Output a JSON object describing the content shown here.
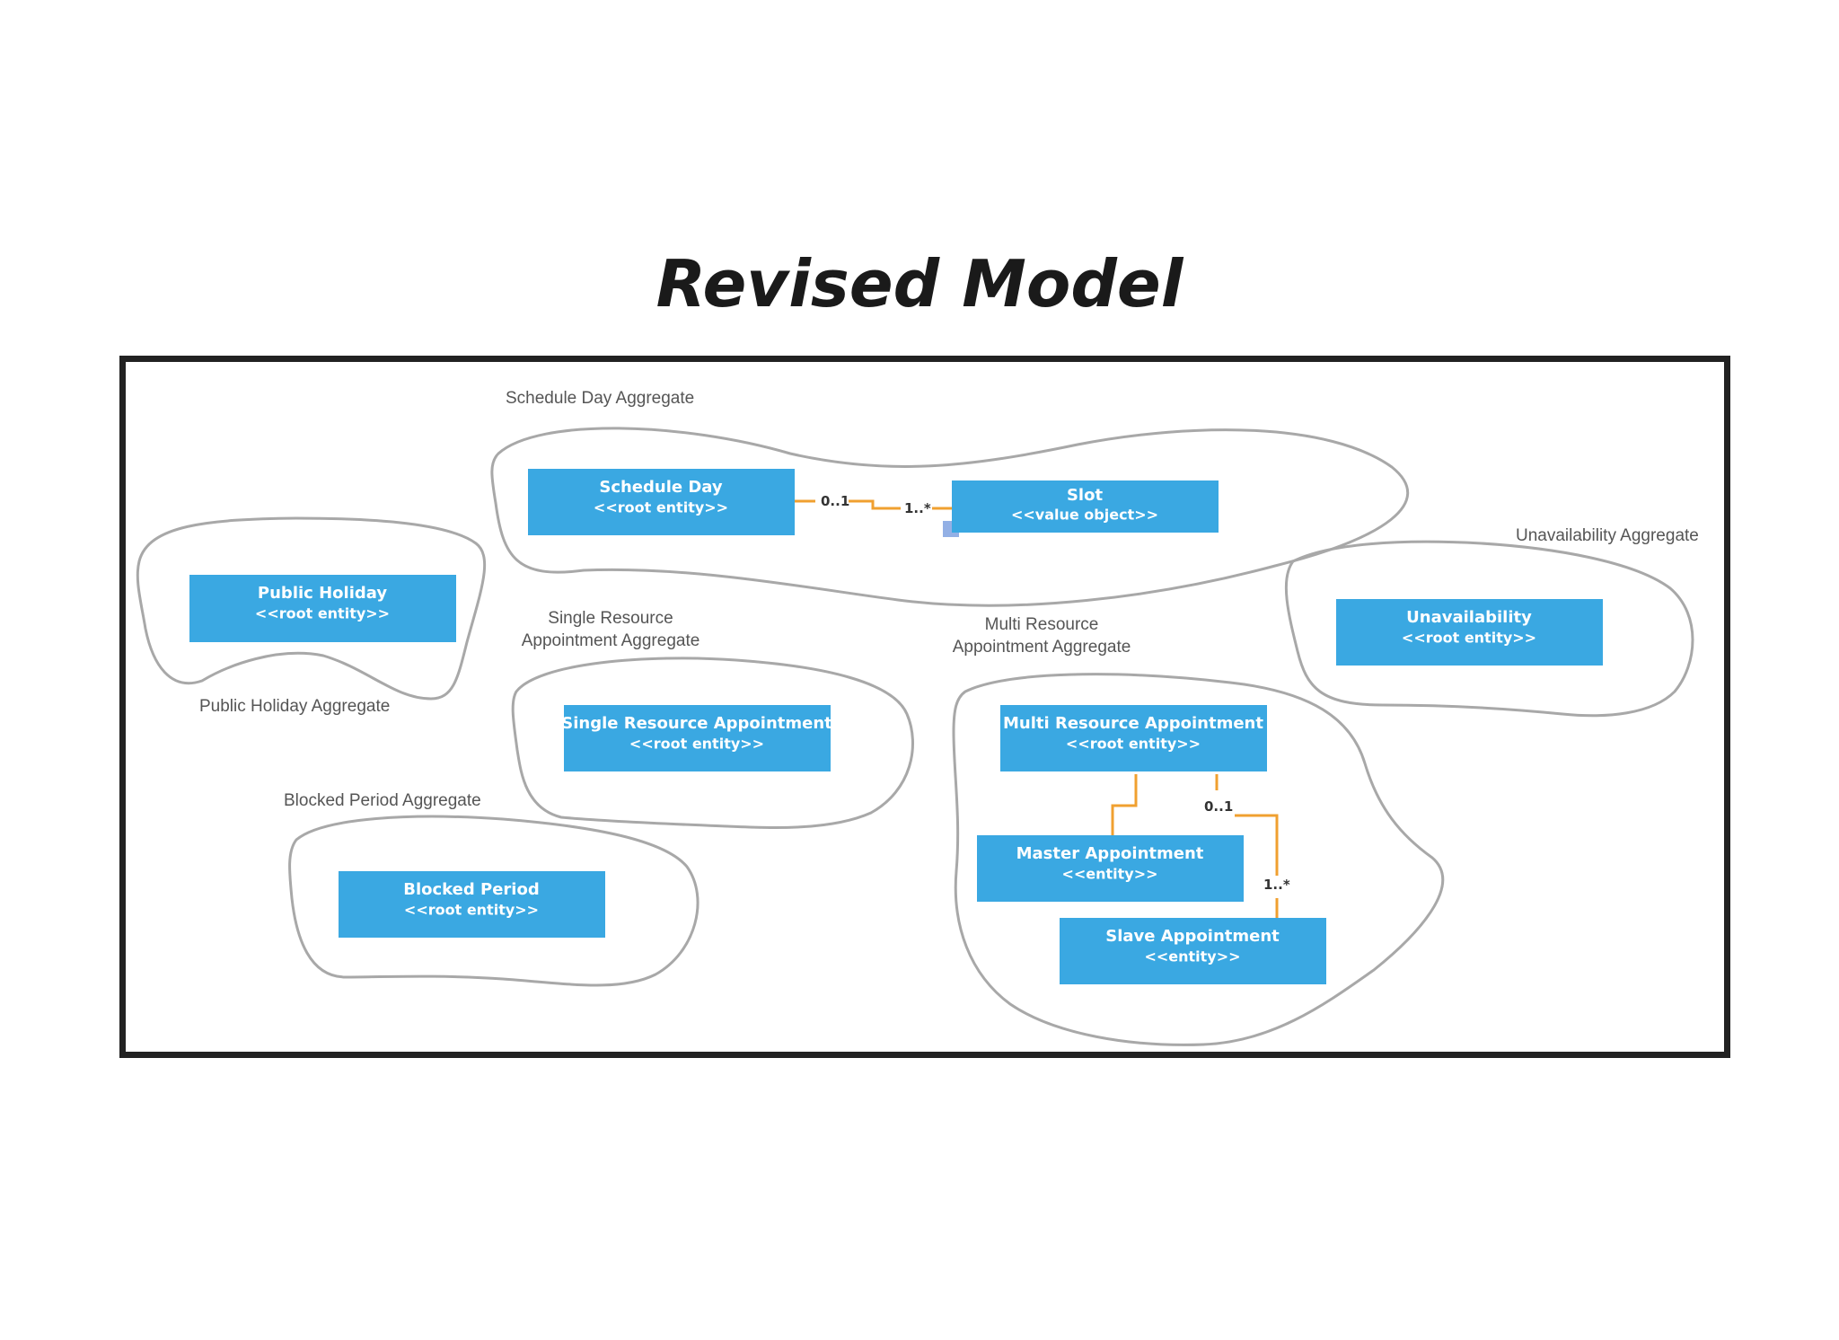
{
  "title": "Revised Model",
  "aggregates": {
    "schedule_day": "Schedule Day Aggregate",
    "public_holiday": "Public Holiday Aggregate",
    "single_resource": [
      "Single Resource",
      "Appointment Aggregate"
    ],
    "multi_resource": [
      "Multi Resource",
      "Appointment Aggregate"
    ],
    "unavailability": "Unavailability Aggregate",
    "blocked_period": "Blocked Period Aggregate"
  },
  "entities": {
    "schedule_day": {
      "name": "Schedule Day",
      "stereotype": "<<root entity>>"
    },
    "slot": {
      "name": "Slot",
      "stereotype": "<<value object>>"
    },
    "public_holiday": {
      "name": "Public Holiday",
      "stereotype": "<<root entity>>"
    },
    "single_resource_appointment": {
      "name": "Single Resource Appointment",
      "stereotype": "<<root entity>>"
    },
    "multi_resource_appointment": {
      "name": "Multi Resource Appointment",
      "stereotype": "<<root entity>>"
    },
    "master_appointment": {
      "name": "Master Appointment",
      "stereotype": "<<entity>>"
    },
    "slave_appointment": {
      "name": "Slave Appointment",
      "stereotype": "<<entity>>"
    },
    "unavailability": {
      "name": "Unavailability",
      "stereotype": "<<root entity>>"
    },
    "blocked_period": {
      "name": "Blocked Period",
      "stereotype": "<<root entity>>"
    }
  },
  "associations": {
    "schedule_day_slot": {
      "source_multiplicity": "0..1",
      "target_multiplicity": "1..*"
    },
    "multi_slave": {
      "source_multiplicity": "0..1",
      "target_multiplicity": "1..*"
    }
  },
  "colors": {
    "entity_fill": "#3aa8e2",
    "association_line": "#f0a030",
    "aggregate_outline": "#a8a8a8",
    "frame": "#222222"
  }
}
